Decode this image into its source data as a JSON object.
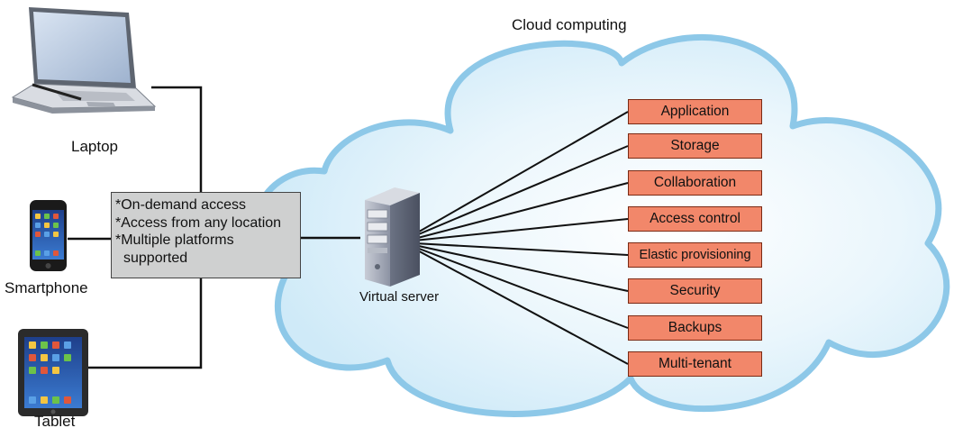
{
  "title": "Cloud computing",
  "devices": [
    {
      "id": "laptop",
      "label": "Laptop",
      "icon": "laptop-icon"
    },
    {
      "id": "smartphone",
      "label": "Smartphone",
      "icon": "smartphone-icon"
    },
    {
      "id": "tablet",
      "label": "Tablet",
      "icon": "tablet-icon"
    }
  ],
  "access_features": [
    "*On-demand access",
    "*Access from any location",
    "*Multiple platforms",
    "supported"
  ],
  "server": {
    "label": "Virtual server",
    "icon": "server-icon"
  },
  "services": [
    "Application",
    "Storage",
    "Collaboration",
    "Access control",
    "Elastic provisioning",
    "Security",
    "Backups",
    "Multi-tenant"
  ],
  "colors": {
    "cloud_fill": "#dcf0fa",
    "cloud_outline": "#8dc8e8",
    "service_box": "#f2876a",
    "feature_box": "#cfd0d0",
    "connector": "#111111"
  }
}
